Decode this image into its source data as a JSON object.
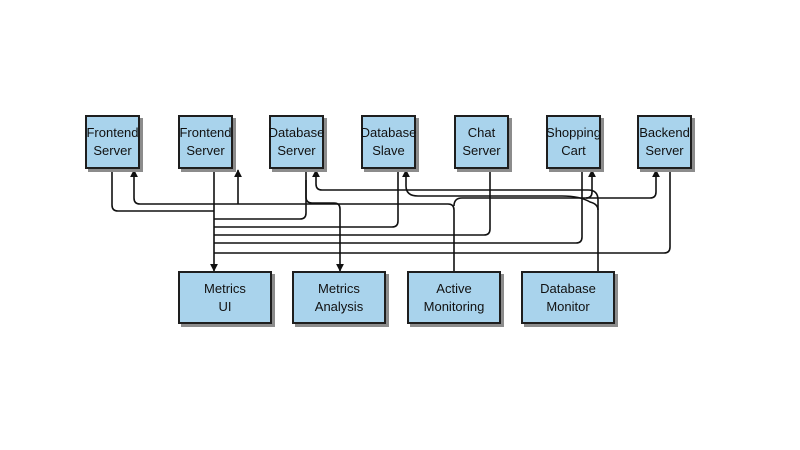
{
  "colors": {
    "box_fill": "#a9d3ec",
    "box_border": "#1e1e1e",
    "line": "#111111"
  },
  "nodes": {
    "frontend_server_1": "Frontend\nServer",
    "frontend_server_2": "Frontend\nServer",
    "database_server": "Database\nServer",
    "database_slave": "Database\nSlave",
    "chat_server": "Chat\nServer",
    "shopping_cart": "Shopping\nCart",
    "backend_server": "Backend\nServer",
    "metrics_ui": "Metrics\nUI",
    "metrics_analysis": "Metrics\nAnalysis",
    "active_monitoring": "Active\nMonitoring",
    "database_monitor": "Database\nMonitor"
  },
  "edges": [
    {
      "from": "frontend_server_1",
      "to": "metrics_ui"
    },
    {
      "from": "frontend_server_2",
      "to": "metrics_ui"
    },
    {
      "from": "database_server",
      "to": "metrics_ui"
    },
    {
      "from": "database_slave",
      "to": "metrics_ui"
    },
    {
      "from": "chat_server",
      "to": "metrics_ui"
    },
    {
      "from": "shopping_cart",
      "to": "metrics_ui"
    },
    {
      "from": "backend_server",
      "to": "metrics_ui"
    },
    {
      "from": "database_server",
      "to": "metrics_analysis"
    },
    {
      "from": "active_monitoring",
      "to": "frontend_server_1"
    },
    {
      "from": "active_monitoring",
      "to": "frontend_server_2"
    },
    {
      "from": "active_monitoring",
      "to": "shopping_cart"
    },
    {
      "from": "active_monitoring",
      "to": "backend_server"
    },
    {
      "from": "database_monitor",
      "to": "database_server"
    },
    {
      "from": "database_monitor",
      "to": "database_slave"
    }
  ]
}
